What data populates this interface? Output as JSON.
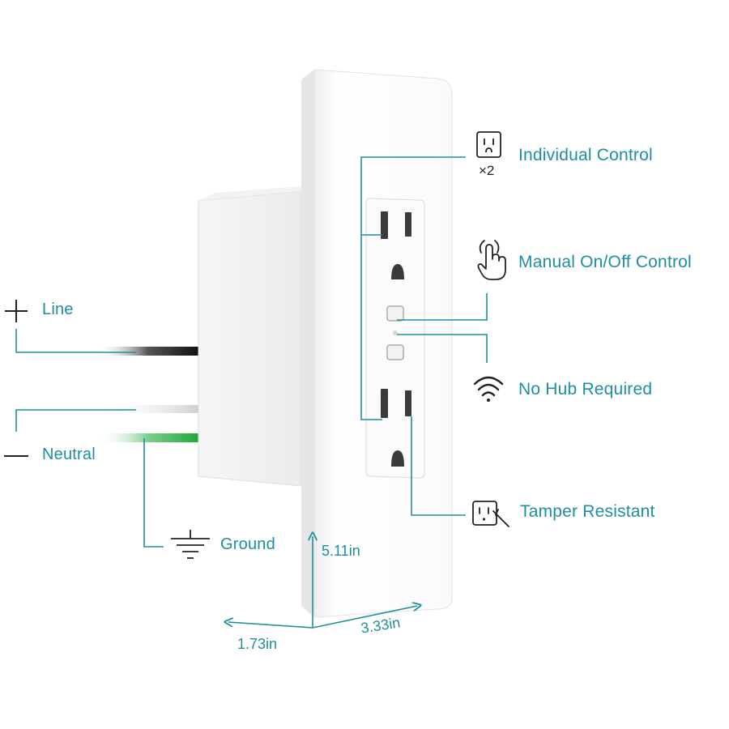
{
  "features": {
    "individual_control": "Individual Control",
    "multiplier": "×2",
    "manual_control": "Manual On/Off Control",
    "no_hub": "No Hub Required",
    "tamper": "Tamper Resistant"
  },
  "wires": {
    "line": "Line",
    "neutral": "Neutral",
    "ground": "Ground"
  },
  "dimensions": {
    "height": "5.11in",
    "depth": "1.73in",
    "width": "3.33in"
  },
  "colors": {
    "accent": "#1d8fa0",
    "ground_wire": "#1fa83c",
    "line_wire": "#1a1a1a"
  },
  "icons": {
    "outlet": "outlet-icon",
    "hand": "hand-press-icon",
    "wifi": "wifi-icon",
    "tamper": "tamper-outlet-icon",
    "plus": "plus-icon",
    "minus": "minus-icon",
    "ground": "ground-symbol-icon"
  }
}
